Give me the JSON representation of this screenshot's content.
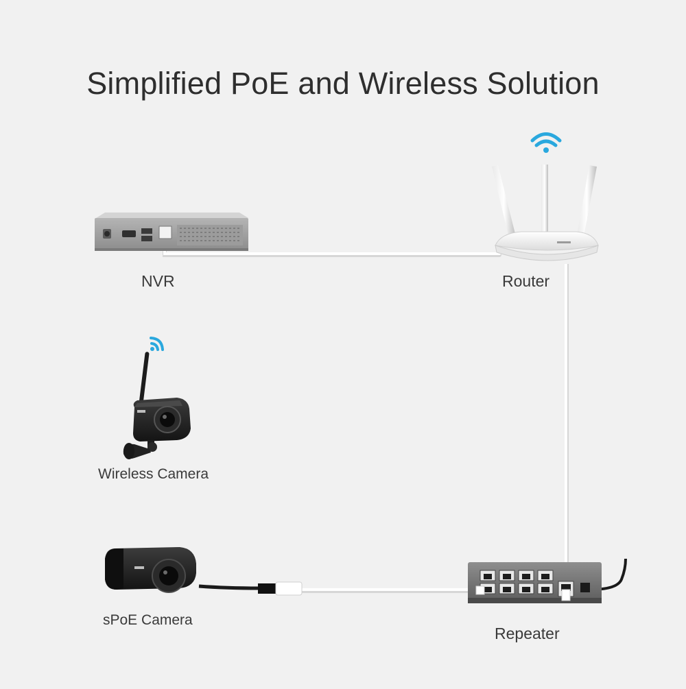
{
  "title": "Simplified PoE and Wireless Solution",
  "devices": {
    "nvr": {
      "label": "NVR"
    },
    "router": {
      "label": "Router"
    },
    "wireless_camera": {
      "label": "Wireless Camera"
    },
    "spoe_camera": {
      "label": "sPoE Camera"
    },
    "repeater": {
      "label": "Repeater"
    }
  },
  "colors": {
    "background": "#f1f1f1",
    "wifi": "#2aa8de",
    "cable": "#ffffff",
    "title_text": "#2e2e2e"
  },
  "connections": [
    {
      "from": "NVR",
      "to": "Router",
      "medium": "cable"
    },
    {
      "from": "Router",
      "to": "Repeater",
      "medium": "cable"
    },
    {
      "from": "sPoE Camera",
      "to": "Repeater",
      "medium": "cable"
    },
    {
      "from": "Wireless Camera",
      "to": "Router",
      "medium": "wireless"
    }
  ]
}
